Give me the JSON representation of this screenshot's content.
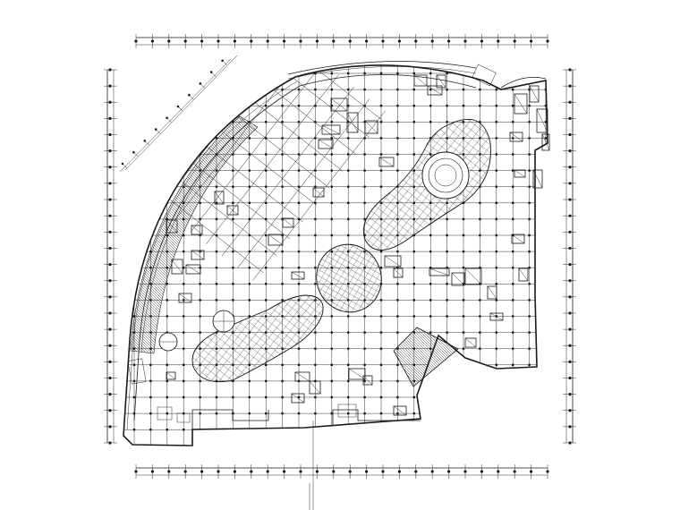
{
  "drawing": {
    "subject": "",
    "axes": {
      "top_count": 26,
      "bottom_count": 26,
      "left_count": 24,
      "right_count": 24
    }
  }
}
